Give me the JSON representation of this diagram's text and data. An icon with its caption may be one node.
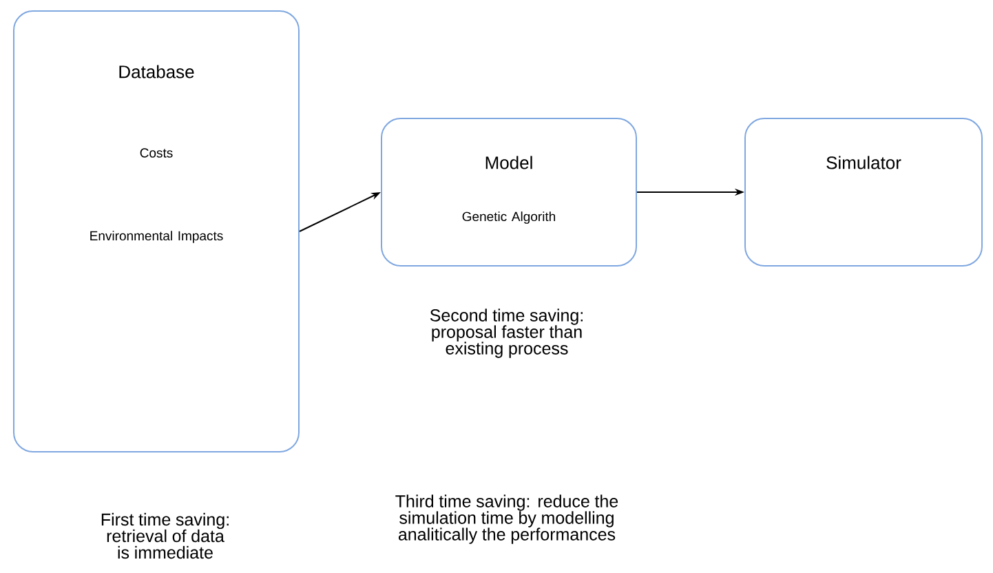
{
  "diagram": {
    "nodes": [
      {
        "text": [
          "Database",
          "Costs",
          "Environmental Impacts"
        ]
      },
      {
        "text": [
          "Model",
          "Genetic Algorith"
        ]
      },
      {
        "text": [
          "Simulator"
        ]
      }
    ],
    "edges": [
      {
        "from": 0,
        "to": 1,
        "arrow": "to"
      },
      {
        "from": 1,
        "to": 2,
        "arrow": "to"
      }
    ],
    "labels": [
      "Second time saving: proposal faster than existing process",
      "First time saving: retrieval of data is immediate",
      "Third time saving: reduce the simulation time by modelling analitically the performances"
    ]
  }
}
